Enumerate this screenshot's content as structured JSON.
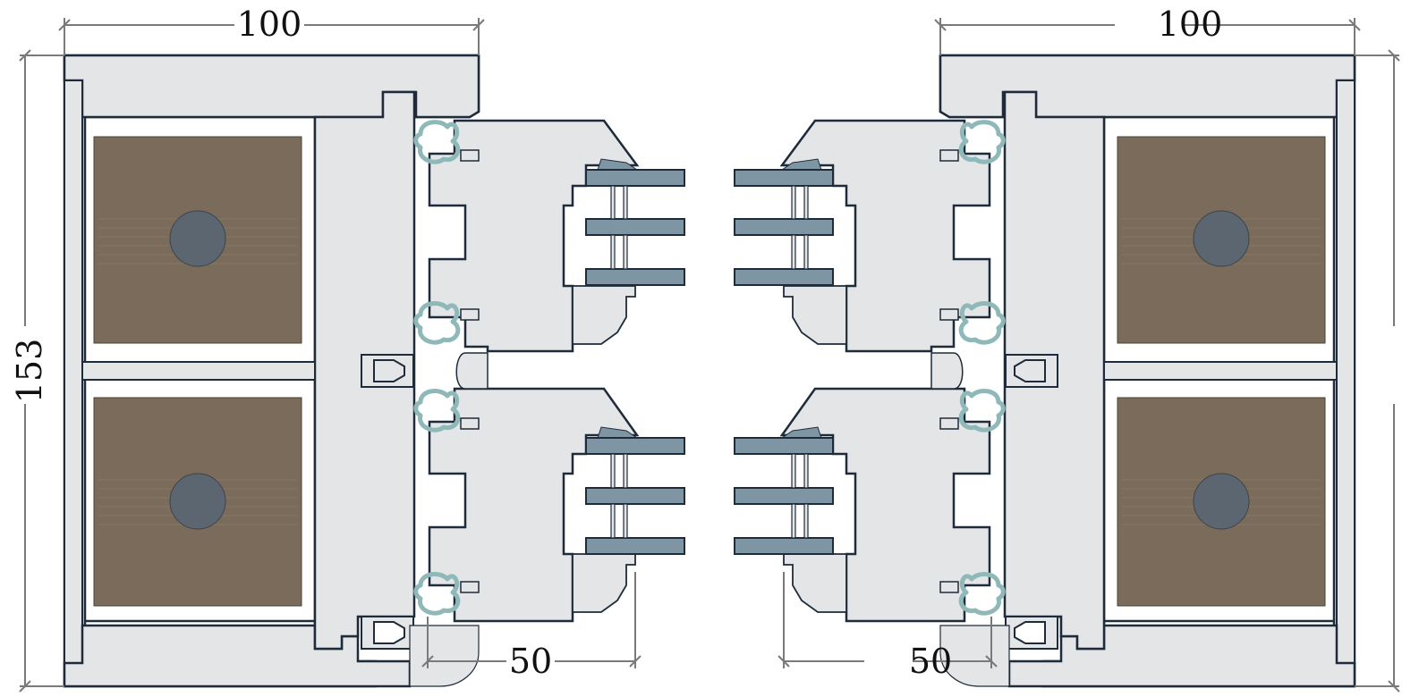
{
  "dimensions": {
    "left_frame_depth": "100",
    "right_frame_depth": "100",
    "frame_height": "153",
    "left_sash_depth": "50",
    "right_sash_depth": "50"
  },
  "colors": {
    "aluminium": "#E4E5E7",
    "outline": "#1E2B3A",
    "insulation": "#7B6B5B",
    "gasket": "#8FB8B9",
    "glass": "#7E95A4",
    "core": "#5C6670",
    "dimension_line": "#7A7A7A"
  }
}
